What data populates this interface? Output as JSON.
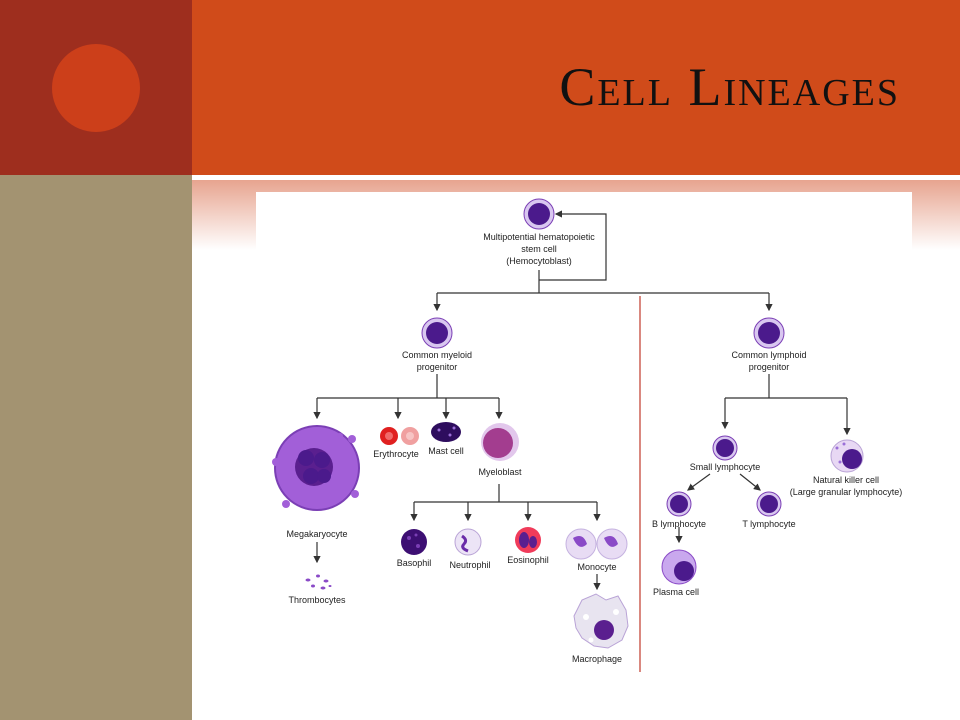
{
  "slide": {
    "title": "Cell Lineages",
    "colors": {
      "left_panel_top": "#9e2e1e",
      "left_panel_circle": "#cc3f1a",
      "left_panel_bottom": "#a39371",
      "title_banner": "#d04b1a",
      "divider_line": "#c0392b"
    }
  },
  "diagram": {
    "nodes": {
      "hsc": [
        "Multipotential hematopoietic",
        "stem cell",
        "(Hemocytoblast)"
      ],
      "myeloid": [
        "Common myeloid",
        "progenitor"
      ],
      "lymphoid": [
        "Common lymphoid",
        "progenitor"
      ],
      "megakaryocyte": "Megakaryocyte",
      "thrombocytes": "Thrombocytes",
      "erythrocyte": "Erythrocyte",
      "mast_cell": "Mast cell",
      "myeloblast": "Myeloblast",
      "basophil": "Basophil",
      "neutrophil": "Neutrophil",
      "eosinophil": "Eosinophil",
      "monocyte": "Monocyte",
      "macrophage": "Macrophage",
      "small_lymphocyte": "Small lymphocyte",
      "nk_cell": [
        "Natural killer cell",
        "(Large granular lymphocyte)"
      ],
      "b_lymphocyte": "B lymphocyte",
      "t_lymphocyte": "T lymphocyte",
      "plasma_cell": "Plasma cell"
    }
  }
}
